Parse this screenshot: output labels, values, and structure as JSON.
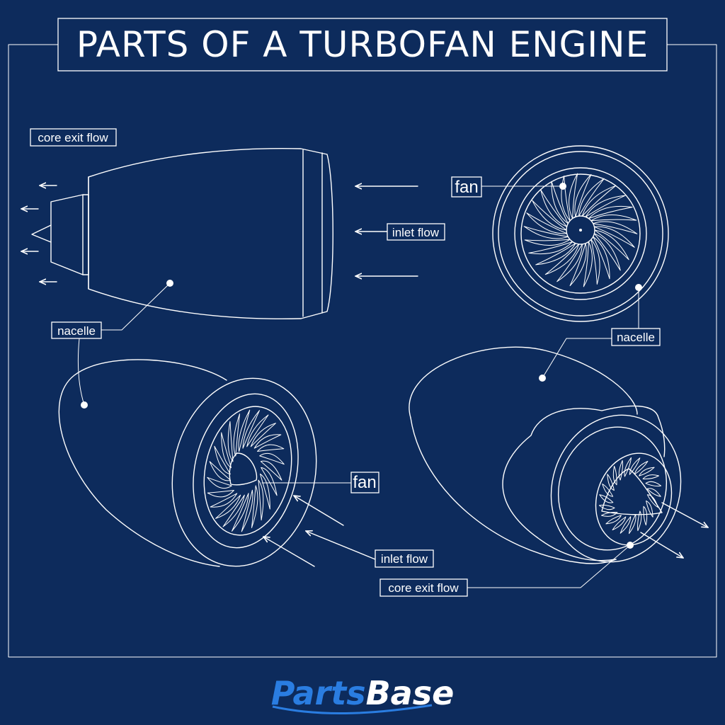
{
  "title": "PARTS OF A TURBOFAN ENGINE",
  "labels": {
    "side_core_exit": "core exit flow",
    "side_inlet": "inlet flow",
    "side_nacelle": "nacelle",
    "front_fan": "fan",
    "front_nacelle": "nacelle",
    "persp_fan": "fan",
    "persp_inlet": "inlet flow",
    "rear_core_exit": "core exit flow"
  },
  "logo": {
    "part1": "Parts",
    "part2": "Base",
    "color_primary": "#2a7de1",
    "color_secondary": "#ffffff"
  },
  "colors": {
    "background": "#0d2b5c",
    "line": "#ffffff"
  }
}
